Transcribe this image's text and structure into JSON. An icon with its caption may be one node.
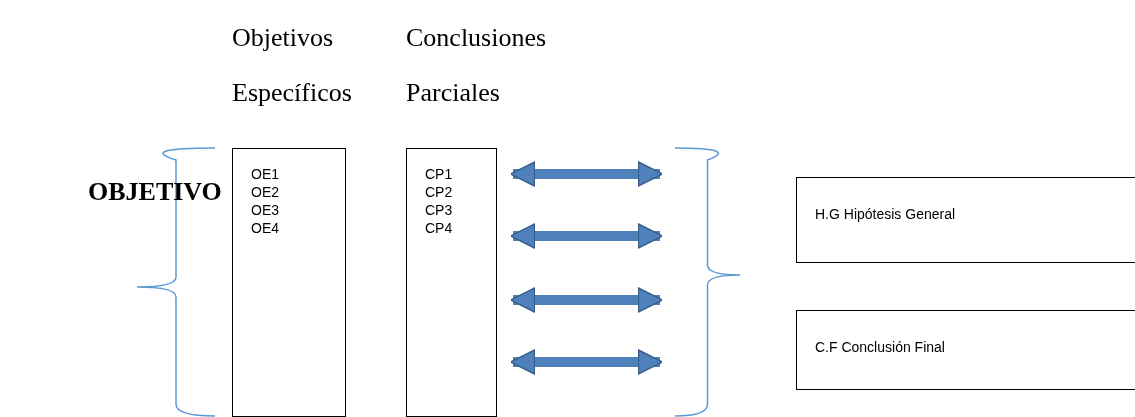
{
  "diagram": {
    "nodes": [
      {
        "text": [
          "OBJETIVO"
        ]
      },
      {
        "text": [
          "Objetivos Específicos",
          "OE1",
          "OE2",
          "OE3",
          "OE4"
        ]
      },
      {
        "text": [
          "Conclusiones Parciales",
          "CP1",
          "CP2",
          "CP3",
          "CP4"
        ]
      },
      {
        "text": [],
        "shape": "brace"
      },
      {
        "text": [
          "H.G Hipótesis General"
        ]
      },
      {
        "text": [
          "C.F Conclusión Final"
        ]
      }
    ],
    "edges": [
      {
        "from": 2,
        "to": 3,
        "arrow": "both"
      },
      {
        "from": 2,
        "to": 3,
        "arrow": "both"
      },
      {
        "from": 2,
        "to": 3,
        "arrow": "both"
      },
      {
        "from": 2,
        "to": 3,
        "arrow": "both"
      }
    ]
  }
}
